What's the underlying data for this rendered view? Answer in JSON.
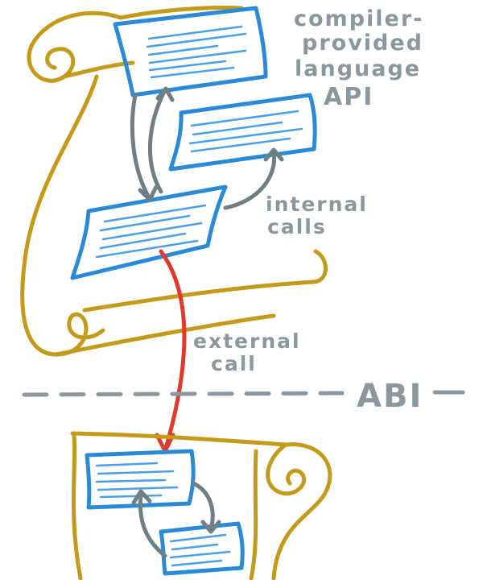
{
  "labels": {
    "compiler_api_line1": "compiler-",
    "compiler_api_line2": "provided",
    "compiler_api_line3": "language",
    "compiler_api_line4": "API",
    "internal_calls_line1": "internal",
    "internal_calls_line2": "calls",
    "external_call_line1": "external",
    "external_call_line2": "call",
    "abi": "ABI"
  },
  "colors": {
    "scroll": "#c49a1a",
    "block": "#2a8ad8",
    "block_lines": "#4aa0e8",
    "arrow_internal": "#6e7f86",
    "arrow_external": "#e03a2e",
    "text": "#8a979c",
    "abi_line": "#8a979c"
  }
}
